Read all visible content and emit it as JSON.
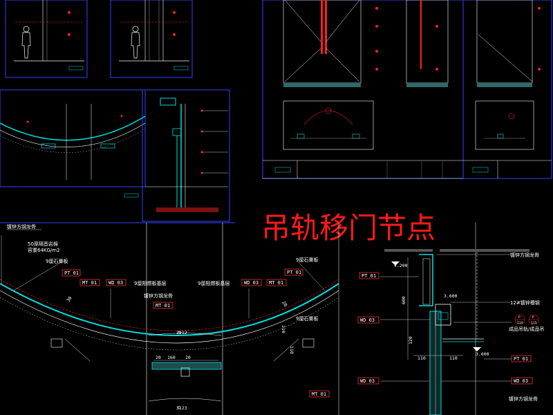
{
  "title": "吊轨移门节点",
  "labels": {
    "galvanized_steel_keel": "镀锌方钢龙骨",
    "rock_wool": "50厚隔音岩棉",
    "rock_wool_density": "容重64KG/m2",
    "gypsum_board": "9厘石膏板",
    "fireproof_base": "9厘阻燃板基层",
    "channel_steel": "12#镀锌槽钢",
    "rail_hanger": "成品吊轨/成品吊"
  },
  "tags": {
    "pt01": "PT 01",
    "mt01": "MT 01",
    "wd03": "WD 03",
    "p114": "P",
    "p115": "P",
    "n114": "114",
    "n115": "115"
  },
  "dims": {
    "d2912": "2912",
    "d3123": "3123",
    "d20a": "20",
    "d160": "160",
    "d20b": "20",
    "d110a": "110",
    "d110b": "110",
    "d110c": "110",
    "d110d": "110",
    "d600": "600",
    "d120": "120",
    "lvl_4200": "4.200",
    "lvl_3600": "3.600",
    "d30": "30",
    "d20c": "20"
  }
}
